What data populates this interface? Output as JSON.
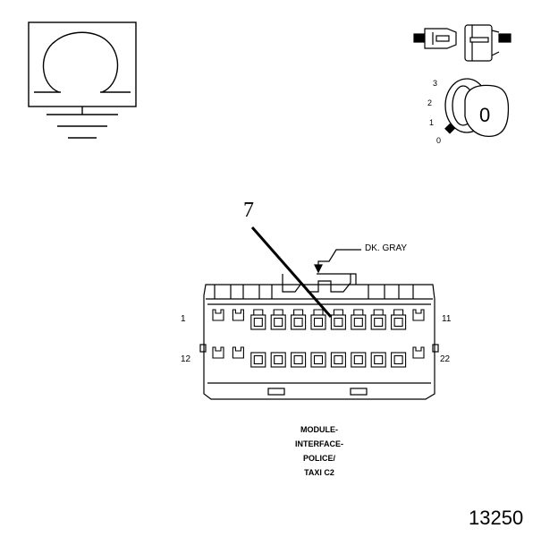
{
  "legend": {
    "ground_symbol": "ohm-ground-icon",
    "pin_view_symbol": "connector-view-icon",
    "ignition_symbol": "ignition-key-icon"
  },
  "ignition": {
    "positions": [
      "3",
      "2",
      "1",
      "0"
    ],
    "key_value": "0"
  },
  "connector": {
    "color": "DK. GRAY",
    "pins_row1_start": "1",
    "pins_row1_end": "11",
    "pins_row2_start": "12",
    "pins_row2_end": "22",
    "callout_pin": "7",
    "caption_lines": [
      "MODULE-",
      "INTERFACE-",
      "POLICE/",
      "TAXI C2"
    ]
  },
  "figure_id": "13250"
}
